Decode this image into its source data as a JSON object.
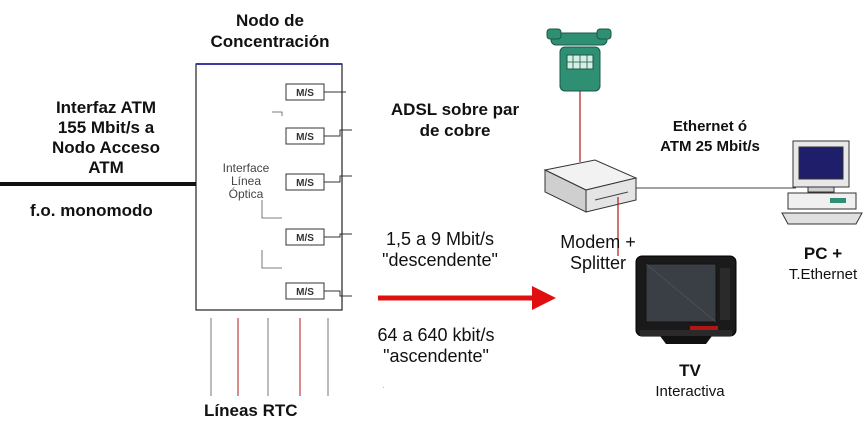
{
  "node": {
    "title_line1": "Nodo de",
    "title_line2": "Concentración",
    "interface_lines": [
      "Interface",
      "Línea",
      "Óptica"
    ],
    "ports": [
      "M/S",
      "M/S",
      "M/S",
      "M/S",
      "M/S"
    ]
  },
  "atm_interface": {
    "line1": "Interfaz ATM",
    "line2": "155 Mbit/s a",
    "line3": "Nodo Acceso",
    "line4": "ATM",
    "fiber": "f.o. monomodo"
  },
  "adsl": {
    "line1": "ADSL sobre par",
    "line2": "de cobre"
  },
  "downstream": {
    "line1": "1,5 a 9 Mbit/s",
    "line2": "\"descendente\""
  },
  "upstream": {
    "line1": "64 a 640 kbit/s",
    "line2": "\"ascendente\""
  },
  "rtc": {
    "label": "Líneas RTC"
  },
  "modem": {
    "line1": "Modem +",
    "line2": "Splitter"
  },
  "ethernet": {
    "line1": "Ethernet ó",
    "line2": "ATM 25 Mbit/s"
  },
  "pc": {
    "line1": "PC +",
    "line2": "T.Ethernet"
  },
  "tv": {
    "line1": "TV",
    "line2": "Interactiva"
  },
  "colors": {
    "red_line": "#b01818",
    "arrow": "#e01010",
    "phone": "#2f8f73",
    "tv_body": "#1a1a1a"
  }
}
